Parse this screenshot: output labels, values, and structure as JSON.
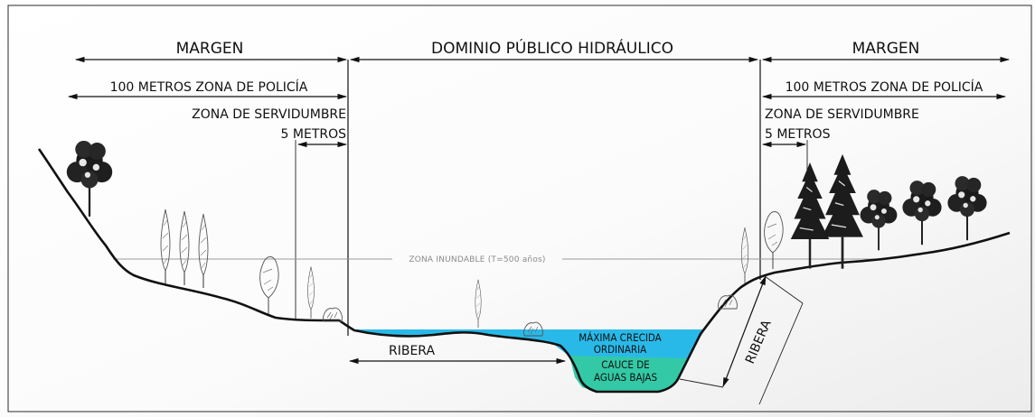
{
  "headers": {
    "margin_left": "MARGEN",
    "dominio": "DOMINIO PÚBLICO HIDRÁULICO",
    "margin_right": "MARGEN"
  },
  "zones": {
    "policia_left": "100 METROS ZONA DE POLICÍA",
    "policia_right": "100 METROS ZONA DE POLICÍA",
    "servidumbre_left_1": "ZONA DE  SERVIDUMBRE",
    "servidumbre_left_2": "5 METROS",
    "servidumbre_right_1": "ZONA DE  SERVIDUMBRE",
    "servidumbre_right_2": "5 METROS"
  },
  "flood_zone": "ZONA INUNDABLE (T=500 años)",
  "river": {
    "ribera_left": "RIBERA",
    "ribera_right": "RIBERA",
    "maxima_1": "MÁXIMA CRECIDA",
    "maxima_2": "ORDINARIA",
    "cauce_1": "CAUCE DE",
    "cauce_2": "AGUAS BAJAS"
  },
  "colors": {
    "water_high": "#29b9e8",
    "water_low": "#33c9a6",
    "ground": "#111111",
    "background_gradient": "#efefef"
  }
}
